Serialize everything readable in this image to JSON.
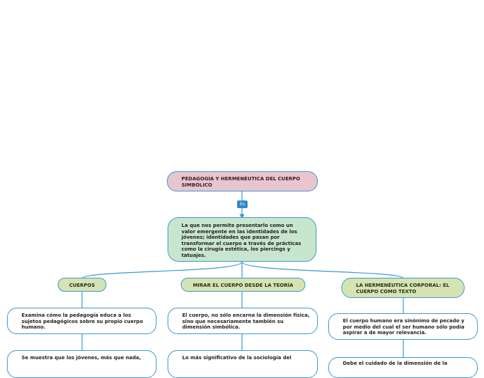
{
  "root": {
    "text": "PEDAGOGÍA Y HERMENÉUTICA DEL CUERPO SIMBÓLICO"
  },
  "link_label": "Es",
  "center": {
    "text": "La que nos permite presentarlo como un valor emergente en las identidades de los jóvenes; identidades que pasan por transformar el cuerpo a través de prácticas como la cirugía estética, los piercings y tatuajes."
  },
  "branches": [
    {
      "title": "CUERPOS",
      "items": [
        "Examina cómo la pedagogía educa a los sujetos pedagógicos sobre su propio cuerpo humano.",
        "Se muestra que los jóvenes, más que nada,"
      ]
    },
    {
      "title": "MIRAR EL CUERPO DESDE LA TEORÍA",
      "items": [
        "El cuerpo, no sólo encarna la dimensión física, sino que necesariamente también su dimensión simbólica.",
        "Lo más significativo de la sociología del"
      ]
    },
    {
      "title": "LA HERMENÉUTICA CORPORAL: EL CUERPO COMO TEXTO",
      "items": [
        "El cuerpo humano era sinónimo de pecado y por medio del cual el ser humano sólo podía aspirar a de mayor relevancia.",
        "Debe el cuidado de la dimensión de la"
      ]
    }
  ],
  "colors": {
    "line": "#3b97d3",
    "root_fill": "#e9c6cf",
    "center_fill": "#c8e6cd",
    "category_fill": "#d6e3b2",
    "badge_fill": "#2e86c9"
  }
}
